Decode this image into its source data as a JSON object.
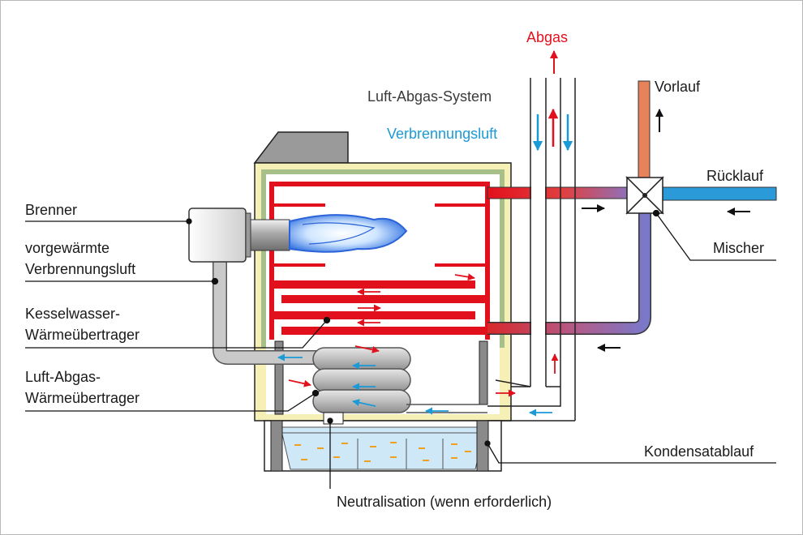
{
  "labels": {
    "abgas": "Abgas",
    "luft_abgas_system": "Luft-Abgas-System",
    "verbrennungsluft": "Verbrennungsluft",
    "vorlauf": "Vorlauf",
    "ruecklauf": "Rücklauf",
    "mischer": "Mischer",
    "brenner": "Brenner",
    "vorgewaermte_1": "vorgewärmte",
    "vorgewaermte_2": "Verbrennungsluft",
    "kesselwasser_1": "Kesselwasser-",
    "kesselwasser_2": "Wärmeübertrager",
    "luft_abgas_wt_1": "Luft-Abgas-",
    "luft_abgas_wt_2": "Wärmeübertrager",
    "kondensatablauf": "Kondensatablauf",
    "neutralisation": "Neutralisation (wenn erforderlich)"
  },
  "colors": {
    "exhaust_red": "#e2101c",
    "air_blue": "#1a9ad6",
    "return_blue": "#2b9ad8",
    "supply_orange": "#e8825a",
    "insulation_yellow": "#f7f0b6",
    "insulation_green": "#a7c08a",
    "mixer_purple": "#8a78c0",
    "metal_gray": "#c9c9c9"
  }
}
